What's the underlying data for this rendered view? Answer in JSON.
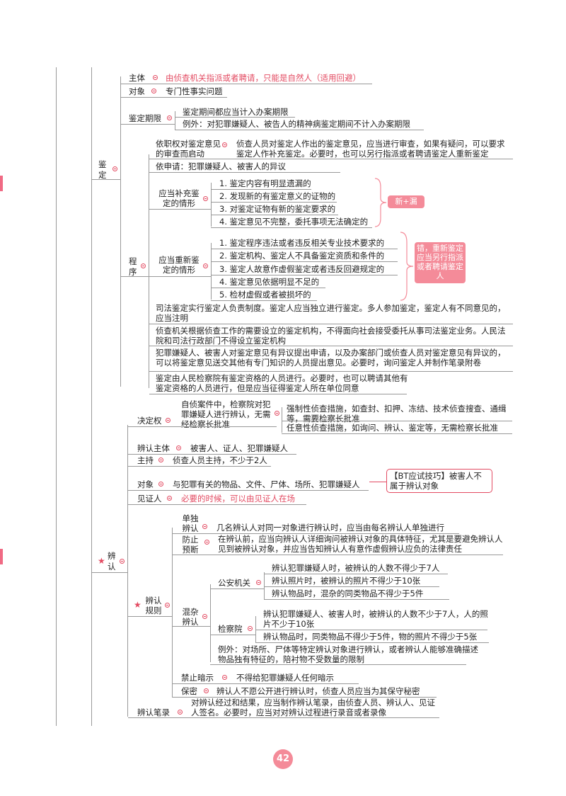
{
  "jianding": {
    "title": "鉴定",
    "zhuti_label": "主体",
    "zhuti_text": "由侦查机关指派或者聘请，只能是自然人（适用回避）",
    "duixiang_label": "对象",
    "duixiang_text": "专门性事实问题",
    "qixian_label": "鉴定期限",
    "qixian_items": [
      "鉴定期间都应当计入办案期限",
      "例外：对犯罪嫌疑人、被告人的精神病鉴定期间不计入办案期限"
    ],
    "chengxu_label": "程序",
    "yizhiquan_label": "依职权对鉴定意见的审查而启动",
    "yizhiquan_text": "侦查人员对鉴定人作出的鉴定意见，应当进行审查，如果有疑问，可以要求鉴定人作补充鉴定。必要时，也可以另行指派或者聘请鉴定人重新鉴定",
    "yishenqing": "依申请：犯罪嫌疑人、被害人的异议",
    "buchong_label": "应当补充鉴定的情形",
    "buchong_items": [
      "1. 鉴定内容有明显遗漏的",
      "2. 发现新的有鉴定意义的证物的",
      "3. 对鉴定证物有新的鉴定要求的",
      "4. 鉴定意见不完整，委托事项无法确定的"
    ],
    "buchong_badge": "新+漏",
    "chongxin_label": "应当重新鉴定的情形",
    "chongxin_items": [
      "1. 鉴定程序违法或者违反相关专业技术要求的",
      "2. 鉴定机构、鉴定人不具备鉴定资质和条件的",
      "3. 鉴定人故意作虚假鉴定或者违反回避规定的",
      "4. 鉴定意见依据明显不足的",
      "5. 检材虚假或者被损坏的"
    ],
    "chongxin_badge": "错，重新鉴定应当另行指派或者聘请鉴定人",
    "notes": [
      "司法鉴定实行鉴定人负责制度。鉴定人应当独立进行鉴定。多人参加鉴定，鉴定人有不同意见的，应当注明",
      "侦查机关根据侦查工作的需要设立的鉴定机构，不得面向社会接受委托从事司法鉴定业务。人民法院和司法行政部门不得设立鉴定机构",
      "犯罪嫌疑人、被害人对鉴定意见有异议提出申请，以及办案部门或侦查人员对鉴定意见有异议的，可以将鉴定意见送交其他有专门知识的人员提出意见。必要时，询问鉴定人并制作笔录附卷",
      "鉴定由人民检察院有鉴定资格的人员进行。必要时，也可以聘请其他有鉴定资格的人员进行，但是应当征得鉴定人所在单位同意"
    ]
  },
  "bianren": {
    "title": "辨认",
    "juedingquan_label": "决定权",
    "juedingquan_text": "自侦案件中，检察院对犯罪嫌疑人进行辨认，无需经检察长批准",
    "qiangzhi": "强制性侦查措施，如查封、扣押、冻结、技术侦查搜查、通缉等，需要检察长批准",
    "renyi": "任意性侦查措施，如询问、辨认、鉴定等，无需检察长批准",
    "zhuti_label": "辨认主体",
    "zhuti_text": "被害人、证人、犯罪嫌疑人",
    "zhuchi_label": "主持",
    "zhuchi_text": "侦查人员主持，不少于2人",
    "duixiang_label": "对象",
    "duixiang_text": "与犯罪有关的物品、文件、尸体、场所、犯罪嫌疑人",
    "duixiang_tip": "【BT应试技巧】被害人不属于辨认对象",
    "jianzheng_label": "见证人",
    "jianzheng_text": "必要的时候，可以由见证人在场",
    "guize_label": "辨认规则",
    "dandu_label": "单独辨认",
    "dandu_text": "几名辨认人对同一对象进行辨认时，应当由每名辨认人单独进行",
    "fangzhi_label": "防止预断",
    "fangzhi_text": "在辨认前，应当向辨认人详细询问被辨认对象的具体特征，尤其是要避免辨认人见到被辨认对象，并应当告知辨认人有意作虚假辨认应负的法律责任",
    "hunza_label": "混杂辨认",
    "gongan_label": "公安机关",
    "gongan_items": [
      "辨认犯罪嫌疑人时，被辨认的人数不得少于7人",
      "辨认照片时，被辨认的照片不得少于10张",
      "辨认物品时，混杂的同类物品不得少于5件"
    ],
    "jianchayuan_label": "检察院",
    "jianchayuan_items": [
      "辨认犯罪嫌疑人、被害人时，被辨认的人数不少于7人，人的照片不少于10张",
      "辨认物品时，同类物品不得少于5件，物的照片不得少于5张"
    ],
    "liwai": "例外：对场所、尸体等特定辨认对象进行辨认，或者辨认人能够准确描述物品独有特征的，陪衬物不受数量的限制",
    "jinzhi_label": "禁止暗示",
    "jinzhi_text": "不得给犯罪嫌疑人任何暗示",
    "baomi_label": "保密",
    "baomi_text": "辨认人不愿公开进行辨认时，侦查人员应当为其保守秘密",
    "bilu_label": "辨认笔录",
    "bilu_text": "对辨认经过和结果，应当制作辨认笔录，由侦查人员、辨认人、见证人签名。必要时，应当对对辨认过程进行录音或者录像"
  },
  "page_number": "42"
}
